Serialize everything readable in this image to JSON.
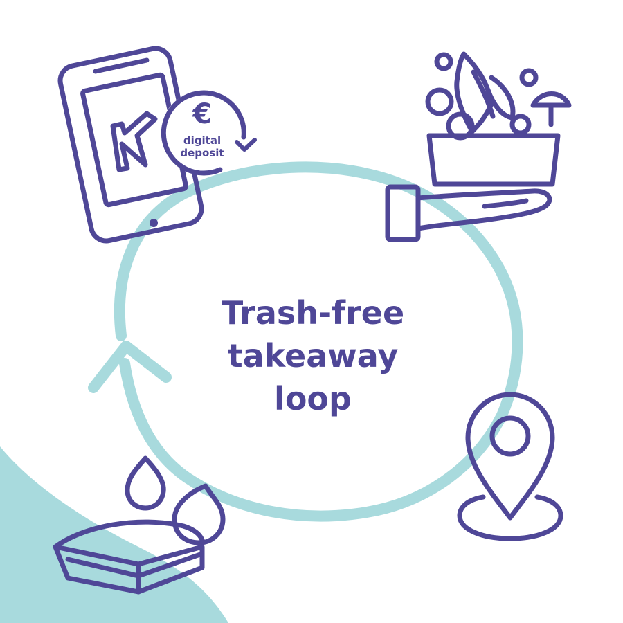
{
  "title": {
    "line1": "Trash-free",
    "line2": "takeaway",
    "line3": "loop"
  },
  "deposit_badge": {
    "symbol": "€",
    "line1": "digital",
    "line2": "deposit"
  },
  "icons": [
    "phone-app-icon",
    "food-bowl-on-hand-icon",
    "location-pin-icon",
    "washing-container-icon"
  ],
  "colors": {
    "primary": "#4f4797",
    "loop": "#a8dadd",
    "corner_blob": "#a8dadd",
    "background": "#ffffff"
  }
}
